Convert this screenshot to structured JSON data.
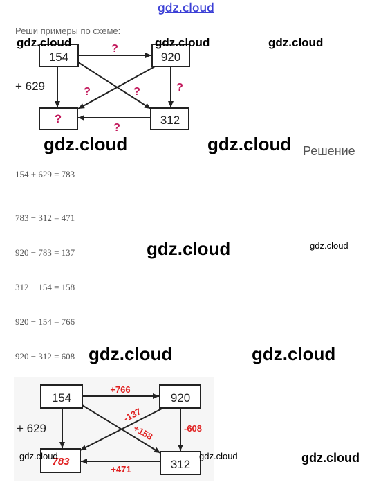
{
  "header": {
    "site": "gdz.cloud"
  },
  "task": {
    "instruction": "Реши примеры по схеме:"
  },
  "diagram_question": {
    "numbers": {
      "top_left": "154",
      "top_right": "920",
      "bottom_right": "312",
      "bottom_left": "?"
    },
    "side_label": "+ 629",
    "q": "?"
  },
  "solution": {
    "heading": "Решение",
    "equations": [
      "154 + 629 = 783",
      "783 − 312 = 471",
      "920 − 783 = 137",
      "312 − 154 = 158",
      "920 − 154 = 766",
      "920 − 312 = 608"
    ]
  },
  "diagram_answer": {
    "numbers": {
      "top_left": "154",
      "top_right": "920",
      "bottom_right": "312",
      "bottom_left": "783"
    },
    "side_label": "+ 629",
    "labels": {
      "top": "+766",
      "right": "-608",
      "bottom": "+471",
      "diag_a": "-137",
      "diag_b": "+158"
    }
  },
  "watermark": "gdz.cloud",
  "colors": {
    "question_mark": "#c2185b",
    "answer_red": "#e02020",
    "site_link": "#3b3fd6"
  }
}
